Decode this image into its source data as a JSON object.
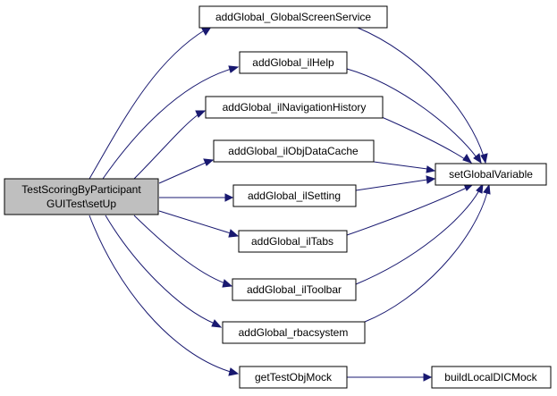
{
  "colors": {
    "edge": "#191970",
    "root_fill": "#bfbfbf",
    "node_fill": "#ffffff",
    "border": "#000000"
  },
  "nodes": {
    "root": {
      "line1": "TestScoringByParticipant",
      "line2": "GUITest\\setUp"
    },
    "gss": {
      "label": "addGlobal_GlobalScreenService"
    },
    "help": {
      "label": "addGlobal_ilHelp"
    },
    "navhist": {
      "label": "addGlobal_ilNavigationHistory"
    },
    "objcache": {
      "label": "addGlobal_ilObjDataCache"
    },
    "setting": {
      "label": "addGlobal_ilSetting"
    },
    "tabs": {
      "label": "addGlobal_ilTabs"
    },
    "toolbar": {
      "label": "addGlobal_ilToolbar"
    },
    "rbac": {
      "label": "addGlobal_rbacsystem"
    },
    "objmock": {
      "label": "getTestObjMock"
    },
    "setvar": {
      "label": "setGlobalVariable"
    },
    "dicmock": {
      "label": "buildLocalDICMock"
    }
  }
}
